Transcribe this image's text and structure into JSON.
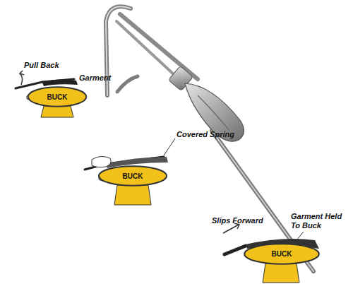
{
  "diagram": {
    "nodes": [
      {
        "text": [
          "BUCK"
        ]
      },
      {
        "text": [
          "BUCK"
        ]
      },
      {
        "text": [
          "BUCK"
        ]
      }
    ],
    "labels": [
      "Pull Back",
      "Garment",
      "Covered Spring",
      "Slips Forward",
      "Garment Held To Buck"
    ]
  }
}
